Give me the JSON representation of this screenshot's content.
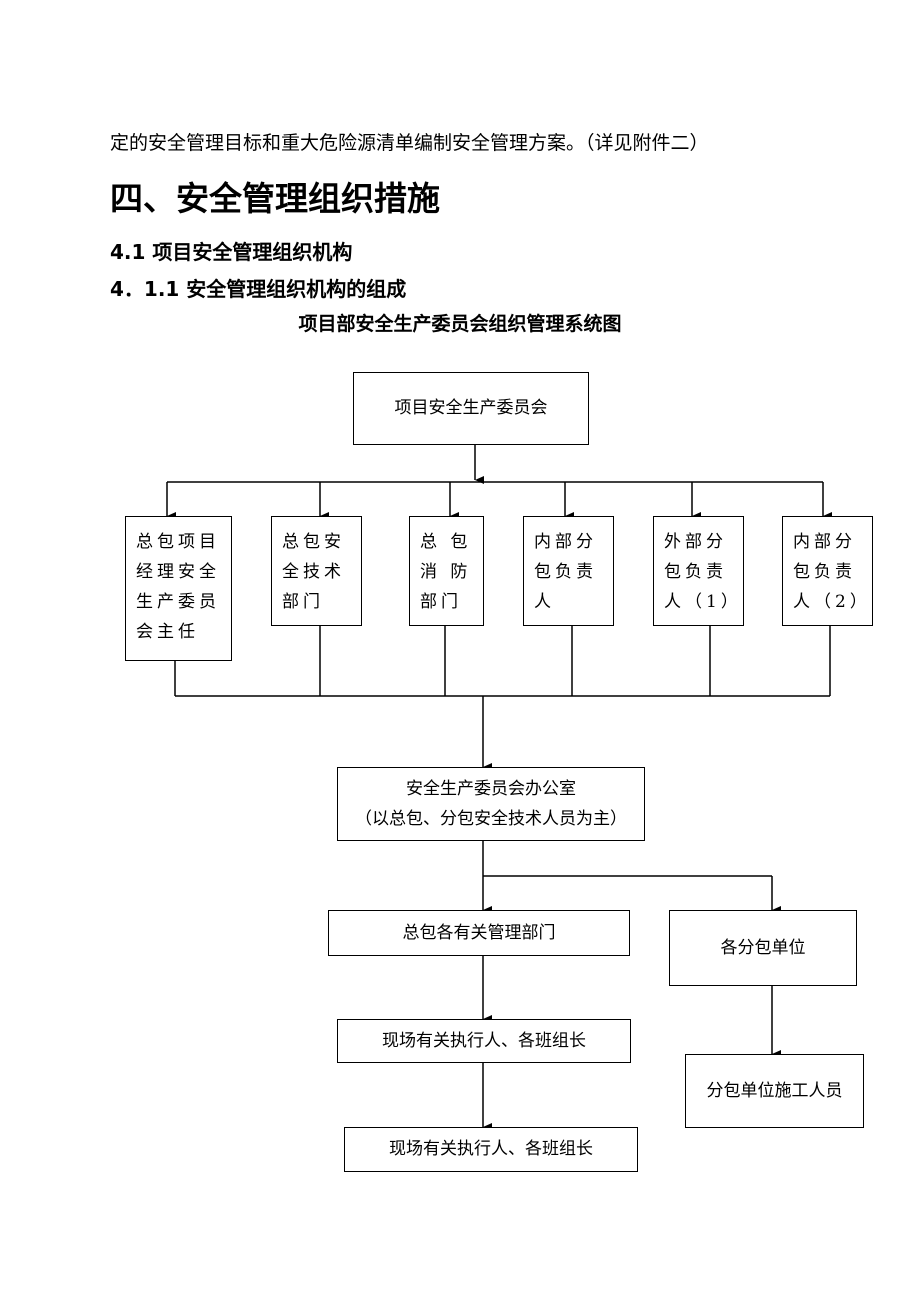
{
  "intro": "定的安全管理目标和重大危险源清单编制安全管理方案。（详见附件二）",
  "heading1": "四、安全管理组织措施",
  "heading2": "4.1  项目安全管理组织机构",
  "heading3": "4．1.1 安全管理组织机构的组成",
  "chart_title": "项目部安全生产委员会组织管理系统图",
  "org": {
    "root": "项目安全生产委员会",
    "row1": [
      "总包项目\n经理安全\n生产委员\n会主任",
      "总包安\n全技术\n部门",
      "总  包\n消  防\n部门",
      "内部分\n包负责\n人",
      "外部分\n包负责\n人（1）",
      "内部分\n包负责\n人（2）"
    ],
    "office_line1": "安全生产委员会办公室",
    "office_line2": "（以总包、分包安全技术人员为主）",
    "general_depts": "总包各有关管理部门",
    "sub_units": "各分包单位",
    "site_leaders_1": "现场有关执行人、各班组长",
    "site_leaders_2": "现场有关执行人、各班组长",
    "sub_workers": "分包单位施工人员"
  }
}
